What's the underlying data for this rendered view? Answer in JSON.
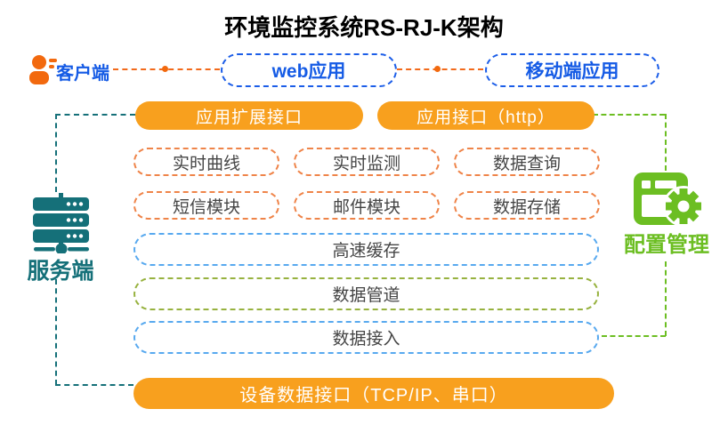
{
  "title": "环境监控系统RS-RJ-K架构",
  "client": {
    "label": "客户端",
    "web_app": "web应用",
    "mobile_app": "移动端应用"
  },
  "interfaces": {
    "extension": "应用扩展接口",
    "http": "应用接口（http）",
    "device": "设备数据接口（TCP/IP、串口）"
  },
  "modules": [
    "实时曲线",
    "实时监测",
    "数据查询",
    "短信模块",
    "邮件模块",
    "数据存储"
  ],
  "layers": {
    "cache": "高速缓存",
    "pipeline": "数据管道",
    "access": "数据接入"
  },
  "server": {
    "label": "服务端"
  },
  "config": {
    "label": "配置管理"
  },
  "colors": {
    "bar_orange": "#F8A01E",
    "module_dash_orange": "#EF8449",
    "client_blue": "#155BE5",
    "light_blue_dash": "#58A9EF",
    "olive_dash": "#97B23F",
    "server_teal": "#157079",
    "config_green": "#6CBE22",
    "body_text": "#454545"
  }
}
